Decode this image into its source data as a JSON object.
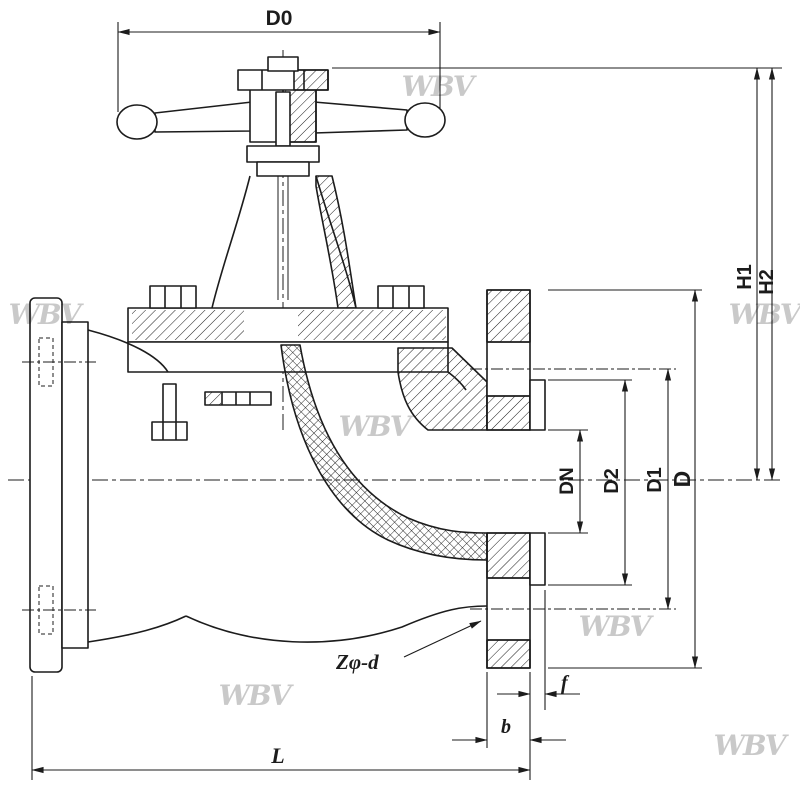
{
  "watermark": {
    "text": "WBV",
    "color": "#c9c9c9"
  },
  "style": {
    "line_color": "#1c1c1c",
    "background": "#ffffff"
  },
  "dimensions": {
    "d0": "D0",
    "h1": "H1",
    "h2": "H2",
    "dn": "DN",
    "d2": "D2",
    "d1": "D1",
    "d": "D",
    "bolt_holes": "Zφ-d",
    "f": "f",
    "b": "b",
    "l": "L"
  }
}
